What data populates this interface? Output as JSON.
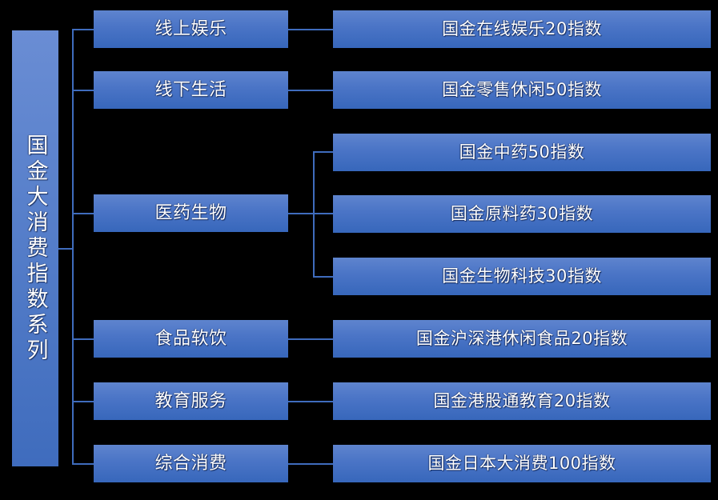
{
  "diagram": {
    "type": "tree",
    "title": "国金大消费指数系列",
    "root": {
      "label": "国金大消费指数系列"
    },
    "branches": [
      {
        "label": "线上娱乐",
        "children": [
          {
            "label": "国金在线娱乐20指数"
          }
        ]
      },
      {
        "label": "线下生活",
        "children": [
          {
            "label": "国金零售休闲50指数"
          }
        ]
      },
      {
        "label": "医药生物",
        "children": [
          {
            "label": "国金中药50指数"
          },
          {
            "label": "国金原料药30指数"
          },
          {
            "label": "国金生物科技30指数"
          }
        ]
      },
      {
        "label": "食品软饮",
        "children": [
          {
            "label": "国金沪深港休闲食品20指数"
          }
        ]
      },
      {
        "label": "教育服务",
        "children": [
          {
            "label": "国金港股通教育20指数"
          }
        ]
      },
      {
        "label": "综合消费",
        "children": [
          {
            "label": "国金日本大消费100指数"
          }
        ]
      }
    ]
  },
  "colors": {
    "background": "#000000",
    "node_top": "#5e84ce",
    "node_bottom": "#3767bb",
    "connector": "#3f6cbd",
    "text": "#ffffff"
  }
}
